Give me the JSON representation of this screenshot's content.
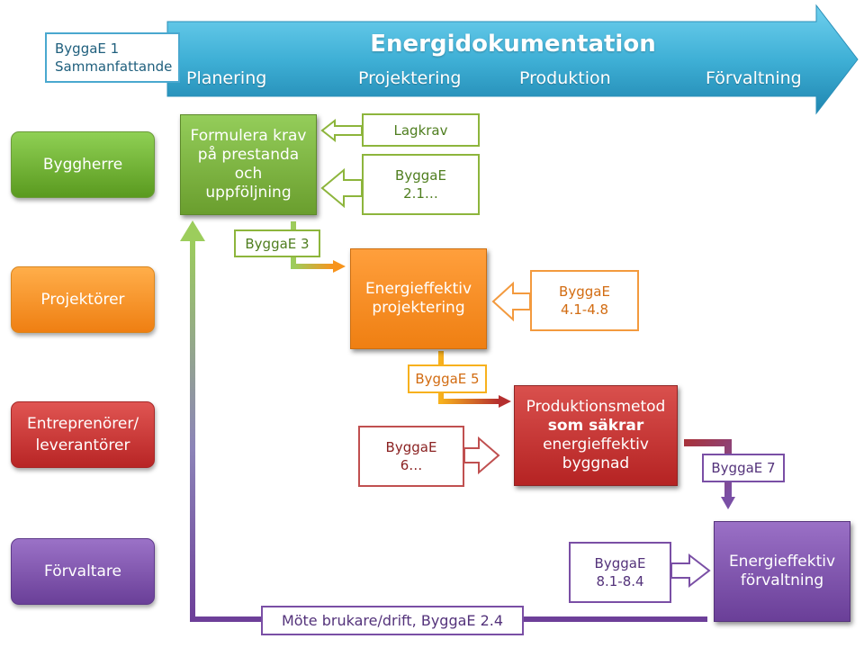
{
  "header": {
    "title": "Energidokumentation",
    "phases": [
      "Planering",
      "Projektering",
      "Produktion",
      "Förvaltning"
    ],
    "summary_box": {
      "line1": "ByggaE 1",
      "line2": "Sammanfattande"
    }
  },
  "roles": {
    "byggherre": "Byggherre",
    "projektorer": "Projektörer",
    "entreprenorer_line1": "Entreprenörer/",
    "entreprenorer_line2": "leverantörer",
    "forvaltare": "Förvaltare"
  },
  "processes": {
    "formulate": {
      "line1": "Formulera krav",
      "line2": "på prestanda",
      "line3": "och",
      "line4": "uppföljning"
    },
    "projecting": {
      "line1": "Energieffektiv",
      "line2": "projektering"
    },
    "production": {
      "line1": "Produktionsmetod",
      "line2": "som säkrar",
      "line3": "energieffektiv",
      "line4": "byggnad"
    },
    "management": {
      "line1": "Energieffektiv",
      "line2": "förvaltning"
    }
  },
  "inputs": {
    "lagkrav": "Lagkrav",
    "bygg21": {
      "line1": "ByggaE",
      "line2": "2.1…"
    },
    "bygg41": {
      "line1": "ByggaE",
      "line2": "4.1-4.8"
    },
    "bygg6": {
      "line1": "ByggaE",
      "line2": "6…"
    },
    "bygg81": {
      "line1": "ByggaE",
      "line2": "8.1-8.4"
    }
  },
  "transitions": {
    "bygg3": "ByggaE 3",
    "bygg5": "ByggaE 5",
    "bygg7": "ByggaE 7",
    "feedback": "Möte brukare/drift, ByggaE 2.4"
  },
  "colors": {
    "header_arrow": "#3fb0d6",
    "green": "#7ab648",
    "orange": "#f7941d",
    "red": "#c0392b",
    "purple": "#7a4fa5"
  }
}
